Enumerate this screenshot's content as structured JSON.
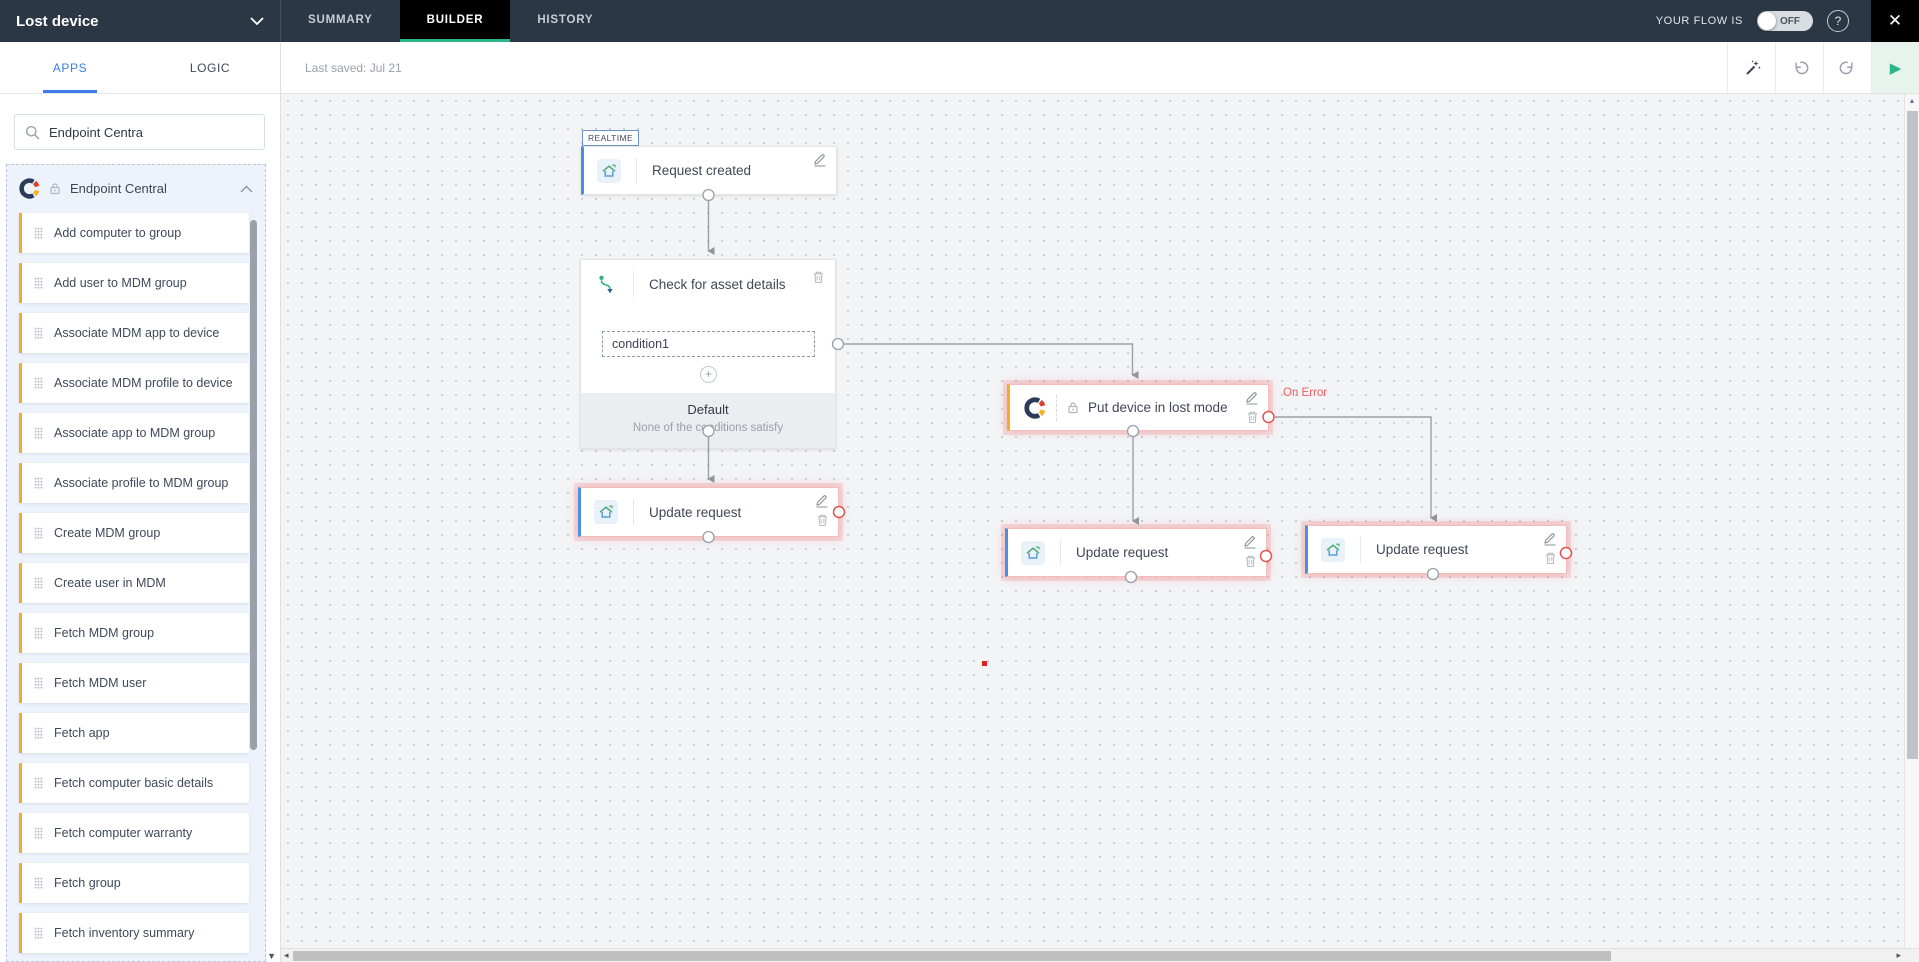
{
  "topbar": {
    "title": "Lost device",
    "tabs": [
      {
        "label": "SUMMARY"
      },
      {
        "label": "BUILDER"
      },
      {
        "label": "HISTORY"
      }
    ],
    "active_tab": "BUILDER",
    "status_label": "YOUR FLOW IS",
    "toggle": {
      "state": "OFF"
    }
  },
  "toolbar": {
    "last_saved": "Last saved: Jul 21"
  },
  "sidebar": {
    "tabs": [
      {
        "label": "APPS"
      },
      {
        "label": "LOGIC"
      }
    ],
    "active_tab": "APPS",
    "search": {
      "value": "Endpoint Centra"
    },
    "group": {
      "name": "Endpoint Central",
      "items": [
        "Add computer to group",
        "Add user to MDM group",
        "Associate MDM app to device",
        "Associate MDM profile to device",
        "Associate app to MDM group",
        "Associate profile to MDM group",
        "Create MDM group",
        "Create user in MDM",
        "Fetch MDM group",
        "Fetch MDM user",
        "Fetch app",
        "Fetch computer basic details",
        "Fetch computer warranty",
        "Fetch group",
        "Fetch inventory summary"
      ]
    }
  },
  "canvas": {
    "trigger": {
      "badge": "REALTIME",
      "label": "Request created"
    },
    "condition_node": {
      "label": "Check for asset details",
      "conditions": [
        "condition1"
      ],
      "default_title": "Default",
      "default_subtitle": "None of the conditions satisfy"
    },
    "action_node": {
      "label": "Put device in lost mode"
    },
    "update_nodes": [
      {
        "label": "Update request"
      },
      {
        "label": "Update request"
      },
      {
        "label": "Update request"
      }
    ],
    "on_error_label": "On Error"
  },
  "icons": {
    "close": "✕",
    "help": "?",
    "plus": "+",
    "play": "▶",
    "scroll_up": "▲",
    "scroll_down": "▼",
    "scroll_left": "◂",
    "scroll_right": "▸"
  },
  "colors": {
    "accent_teal": "#2bb58b",
    "blue_border": "#4a8fe2",
    "yellow_border": "#f2ac29",
    "error_red": "#e05252",
    "apps_blue": "#3d7bea",
    "topbar_bg": "#2c3746"
  }
}
